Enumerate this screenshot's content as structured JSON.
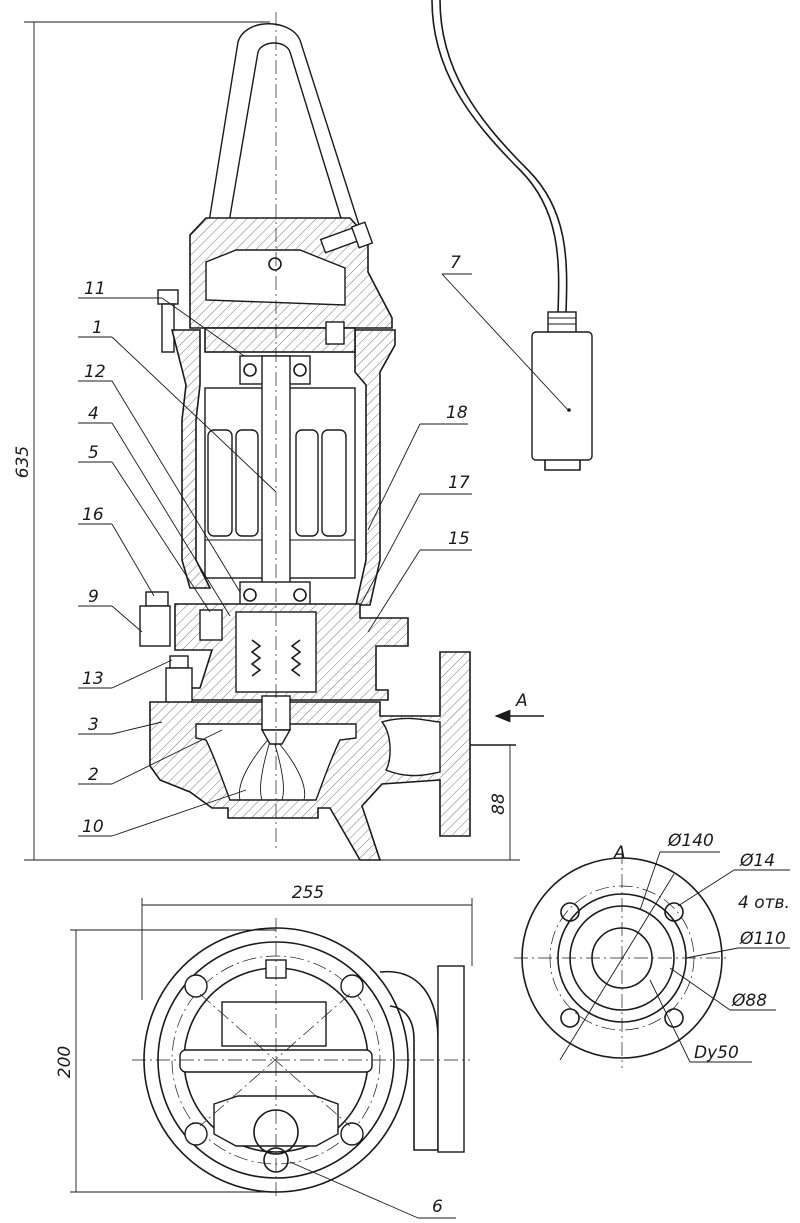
{
  "callouts": {
    "c1": "1",
    "c2": "2",
    "c3": "3",
    "c4": "4",
    "c5": "5",
    "c6": "6",
    "c7": "7",
    "c9": "9",
    "c10": "10",
    "c11": "11",
    "c12": "12",
    "c13": "13",
    "c15": "15",
    "c16": "16",
    "c17": "17",
    "c18": "18"
  },
  "dimensions": {
    "height_total": "635",
    "outlet_height": "88",
    "width_total": "255",
    "depth_total": "200"
  },
  "view_a": {
    "view_letter": "A",
    "arrow_letter": "A",
    "d140": "Ø140",
    "d14": "Ø14",
    "holes": "4 отв.",
    "d110": "Ø110",
    "d88": "Ø88",
    "dn": "Dy50"
  }
}
